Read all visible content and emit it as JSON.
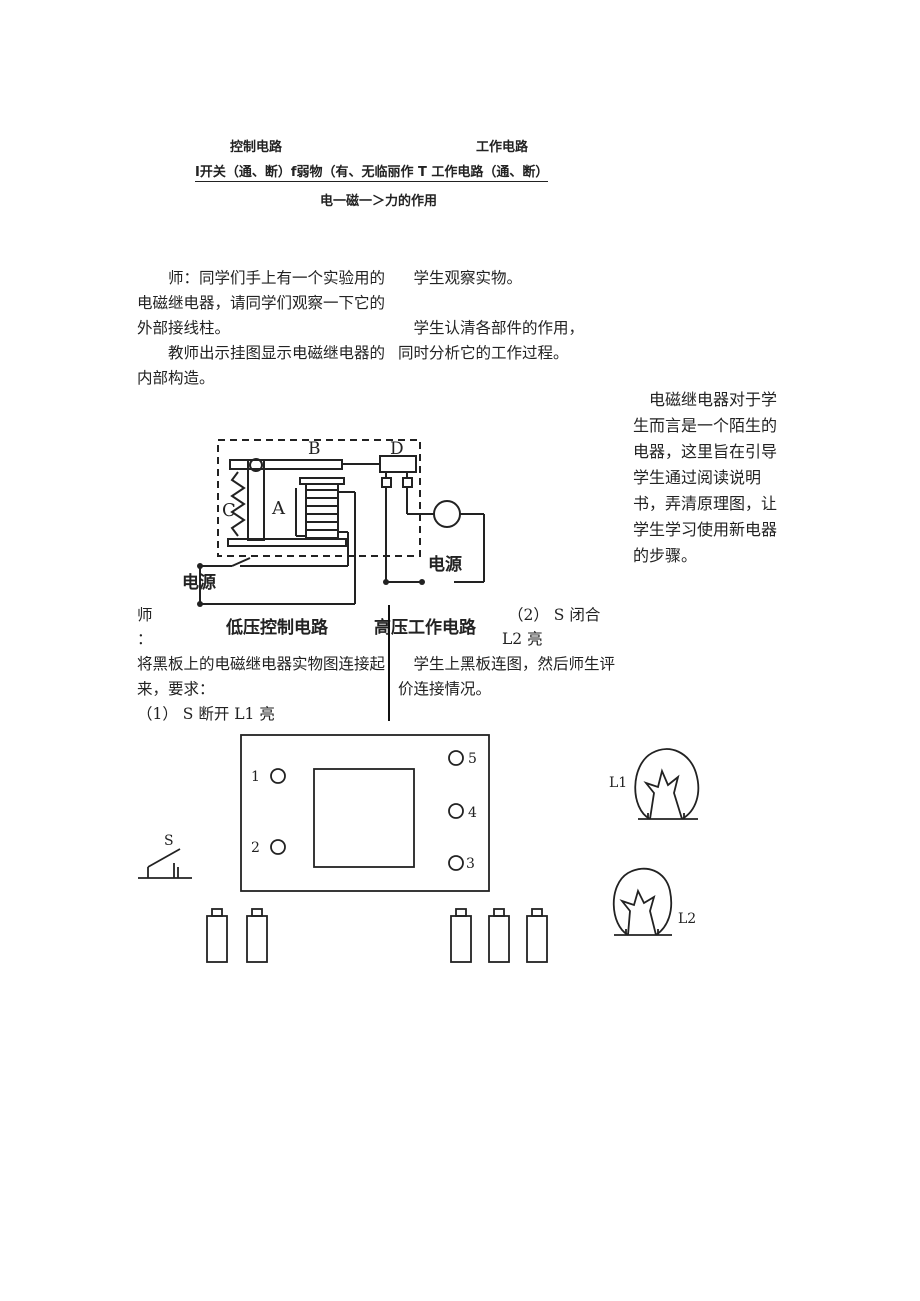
{
  "header": {
    "control_label": "控制电路",
    "work_label": "工作电路",
    "flow_line": "I开关（通、断）f弱物（有、无临丽作 T 工作电路（通、断）",
    "principle": "电一磁一＞力的作用"
  },
  "teacher_col": {
    "p1": "师：同学们手上有一个实验用的电磁继电器，请同学们观察一下它的外部接线柱。",
    "p2": "教师出示挂图显示电磁继电器的内部构造。",
    "shi": "师",
    "colon": "：",
    "p3": "将黑板上的电磁继电器实物图连接起来，要求：",
    "req1": "（1）  S 断开 L1 亮"
  },
  "student_col": {
    "p1": "学生观察实物。",
    "p2": "学生认清各部件的作用，同时分析它的工作过程。",
    "req2_a": "（2）  S 闭合",
    "req2_b": "L2 亮",
    "p3": "学生上黑板连图，然后师生评价连接情况。"
  },
  "note_col": {
    "text": "电磁继电器对于学生而言是一个陌生的电器，这里旨在引导学生通过阅读说明书，弄清原理图，让学生学习使用新电器的步骤。"
  },
  "relay_diagram": {
    "label_a": "A",
    "label_b": "B",
    "label_c": "C",
    "label_d": "D",
    "power_left": "电源",
    "power_right": "电源",
    "low_voltage": "低压控制电路",
    "high_voltage": "高压工作电路"
  },
  "board_diagram": {
    "terminals": [
      "1",
      "2",
      "3",
      "4",
      "5"
    ],
    "switch_label": "S",
    "lamp1_label": "L1",
    "lamp2_label": "L2"
  }
}
